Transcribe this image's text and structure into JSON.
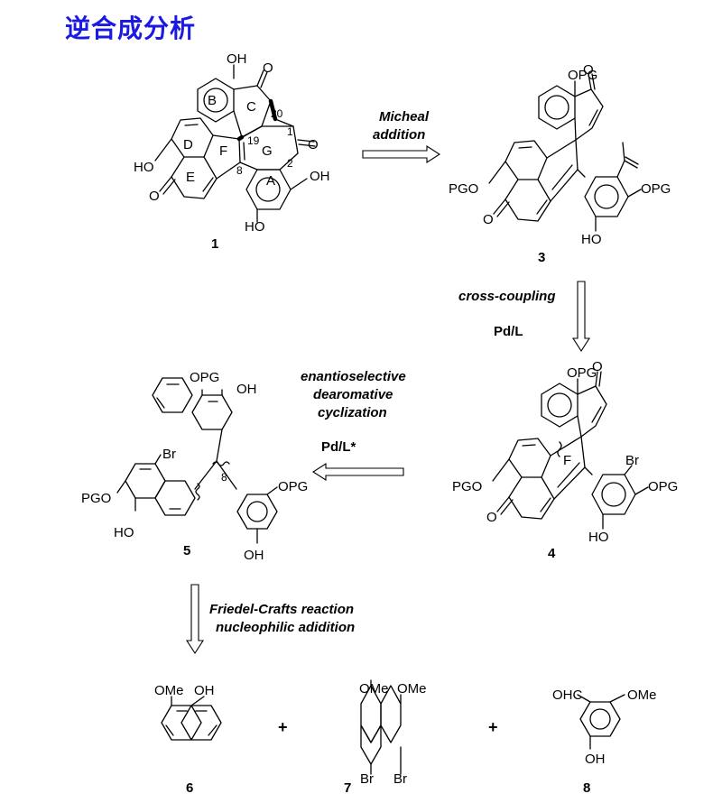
{
  "page": {
    "title": "逆合成分析"
  },
  "compounds": [
    {
      "number": "1",
      "ring_labels": [
        "A",
        "B",
        "C",
        "D",
        "E",
        "F",
        "G"
      ],
      "atom_numbers": [
        "1",
        "2",
        "8",
        "19",
        "20"
      ],
      "groups": [
        "OH",
        "O",
        "O",
        "HO",
        "O",
        "OH",
        "HO"
      ]
    },
    {
      "number": "3",
      "groups": [
        "OPG",
        "O",
        "PGO",
        "O",
        "OPG",
        "HO"
      ]
    },
    {
      "number": "4",
      "ring_labels": [
        "F"
      ],
      "groups": [
        "OPG",
        "O",
        "PGO",
        "O",
        "Br",
        "OPG",
        "HO"
      ]
    },
    {
      "number": "5",
      "atom_numbers": [
        "8"
      ],
      "groups": [
        "OPG",
        "OH",
        "Br",
        "PGO",
        "HO",
        "OPG",
        "OH"
      ]
    },
    {
      "number": "6",
      "groups": [
        "OMe",
        "OH"
      ]
    },
    {
      "number": "7",
      "groups": [
        "OMe",
        "OMe",
        "Br",
        "Br"
      ]
    },
    {
      "number": "8",
      "groups": [
        "OHC",
        "OMe",
        "OH"
      ]
    }
  ],
  "arrows": [
    {
      "lines": [
        "Micheal",
        "addition"
      ]
    },
    {
      "lines": [
        "cross-coupling",
        "Pd/L"
      ]
    },
    {
      "lines": [
        "enantioselective",
        "dearomative",
        "cyclization",
        "Pd/L*"
      ]
    },
    {
      "lines": [
        "Friedel-Crafts reaction",
        "nucleophilic adidition"
      ]
    }
  ],
  "plus_signs": [
    "+",
    "+"
  ]
}
